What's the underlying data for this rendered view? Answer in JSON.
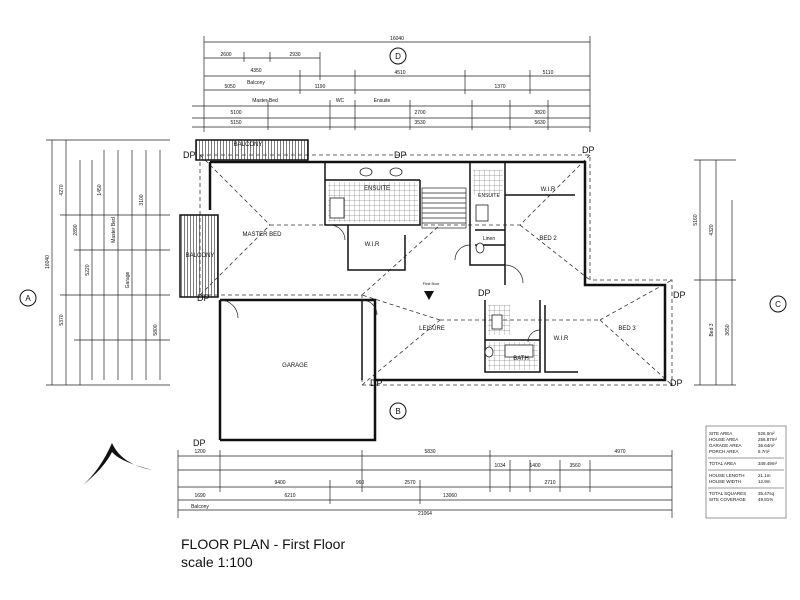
{
  "title": "FLOOR PLAN - First Floor",
  "scale": "scale 1:100",
  "rooms": {
    "balcony_top": "BALCONY",
    "balcony_left": "BALCONY",
    "ensuite": "ENSUITE",
    "master_bed": "MASTER BED",
    "wir_master": "W.I.R",
    "wir_bed2": "W.I.R",
    "bed2": "BED 2",
    "ensuite2": "ENSUITE",
    "linen": "Linen",
    "leisure": "LEISURE",
    "wir_bed3": "W.I.R",
    "bed3": "BED 3",
    "bath": "BATH",
    "garage": "GARAGE",
    "first_floor": "First floor"
  },
  "downpipes": [
    "DP",
    "DP",
    "DP",
    "DP",
    "DP",
    "DP",
    "DP",
    "DP",
    "DP"
  ],
  "section_markers": {
    "a": "A",
    "b": "B",
    "c": "C",
    "d": "D"
  },
  "dimensions": {
    "top_overall": "16040",
    "top_balcony": "Balcony",
    "top_row3": [
      "Master Bed",
      "WC",
      "Ensuite"
    ],
    "bottom_overall": "21064",
    "bottom_balcony": "Balcony",
    "bottom_row1": [
      "1200",
      "5830",
      "4970"
    ],
    "left_overall": "16040"
  },
  "area_table": {
    "rows": [
      {
        "label": "SITE AREA",
        "value": "526.0m²"
      },
      {
        "label": "HOUSE AREA",
        "value": "256.87m²"
      },
      {
        "label": "GARAGE AREA",
        "value": "36.64m²"
      },
      {
        "label": "PORCH AREA",
        "value": "5.7m²"
      }
    ],
    "total": {
      "label": "TOTAL AREA",
      "value": "349.49m²"
    },
    "length": {
      "label": "HOUSE LENGTH",
      "value": "21.1m"
    },
    "width": {
      "label": "HOUSE WIDTH",
      "value": "12.9m"
    },
    "squares": {
      "label": "TOTAL SQUARES",
      "value": "35.47sq"
    },
    "coverage": {
      "label": "SITE COVERAGE",
      "value": "49.81%"
    }
  }
}
